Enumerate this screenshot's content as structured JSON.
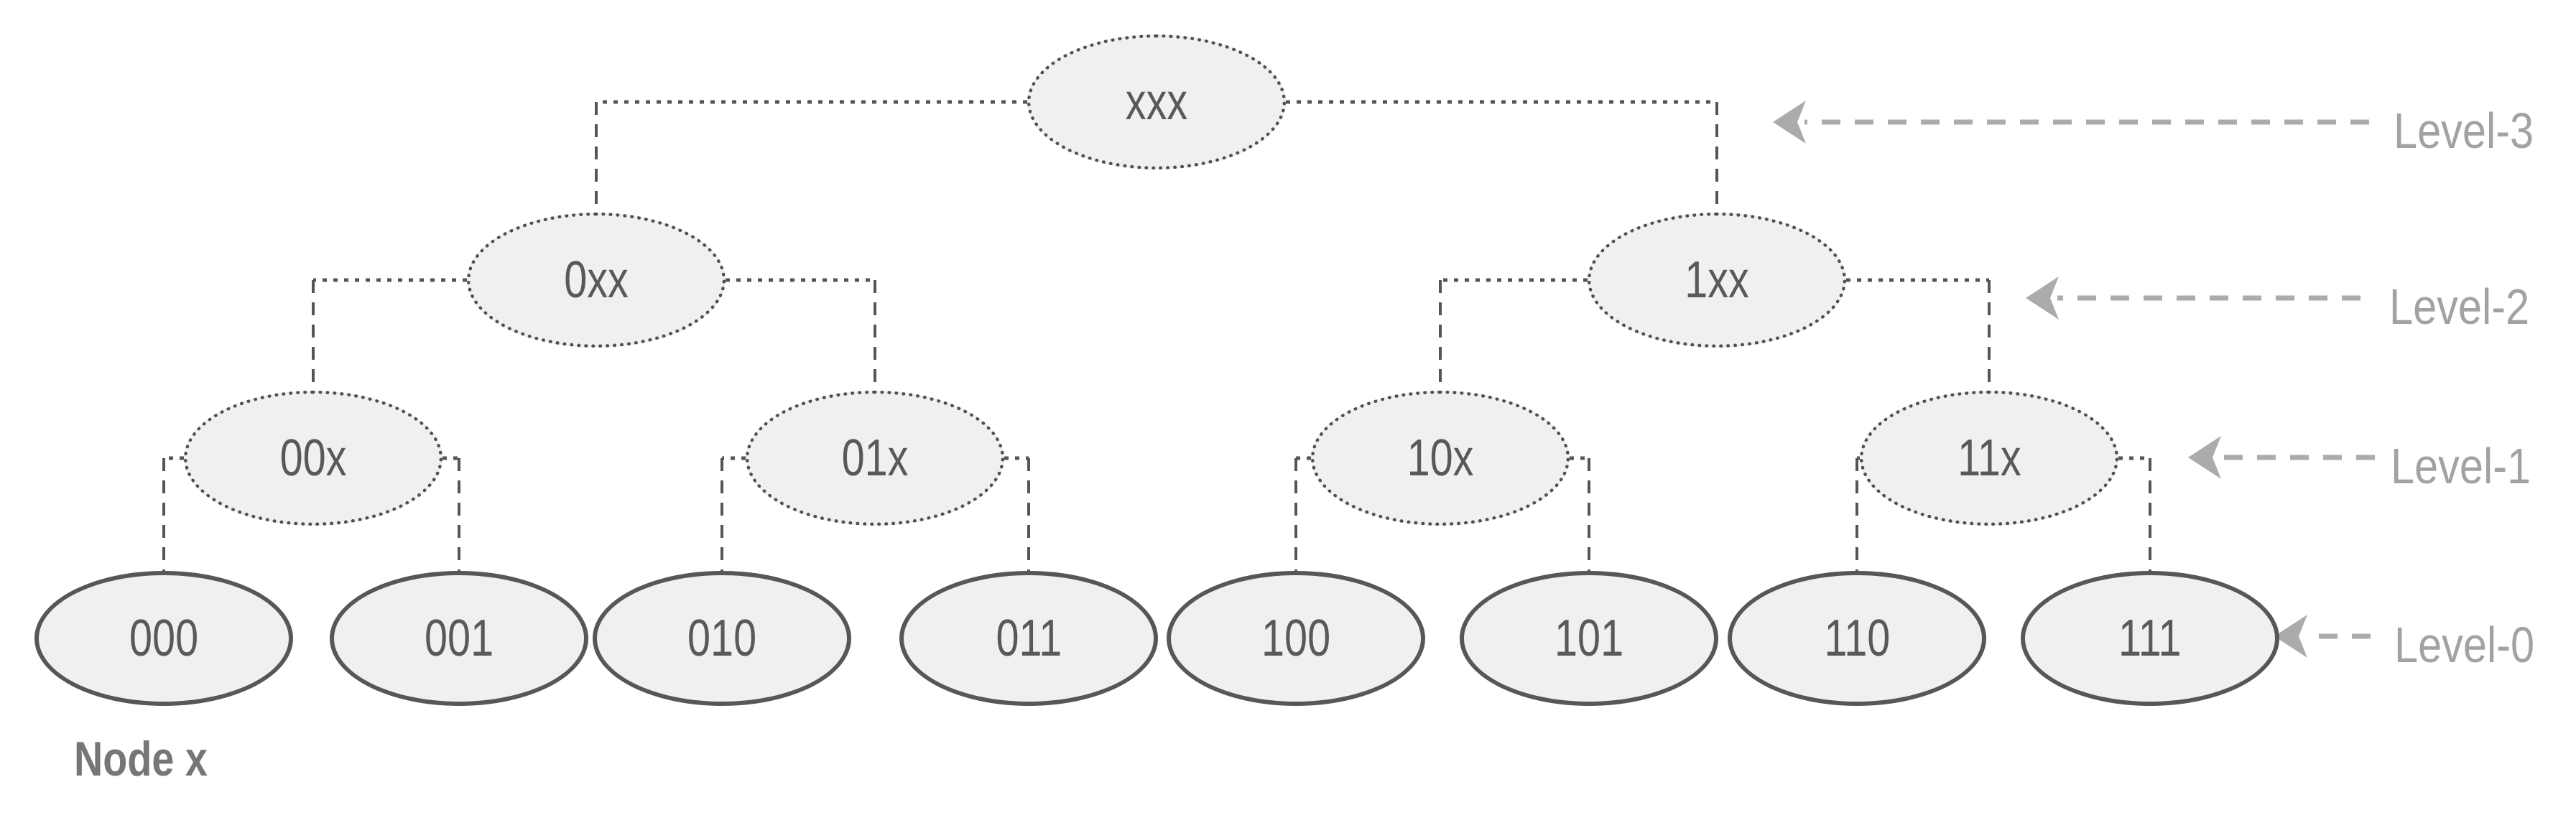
{
  "diagram": {
    "caption": "Node x",
    "levels": [
      {
        "label": "Level-3",
        "nodes": [
          {
            "label": "xxx"
          }
        ]
      },
      {
        "label": "Level-2",
        "nodes": [
          {
            "label": "0xx"
          },
          {
            "label": "1xx"
          }
        ]
      },
      {
        "label": "Level-1",
        "nodes": [
          {
            "label": "00x"
          },
          {
            "label": "01x"
          },
          {
            "label": "10x"
          },
          {
            "label": "11x"
          }
        ]
      },
      {
        "label": "Level-0",
        "nodes": [
          {
            "label": "000"
          },
          {
            "label": "001"
          },
          {
            "label": "010"
          },
          {
            "label": "011"
          },
          {
            "label": "100"
          },
          {
            "label": "101"
          },
          {
            "label": "110"
          },
          {
            "label": "111"
          }
        ]
      }
    ],
    "colors": {
      "node_fill": "#f0f0f0",
      "node_border": "#575757",
      "node_text": "#595959",
      "connector": "#555555",
      "arrow": "#ababab",
      "level_label_text": "#a2a2a2",
      "caption_text": "#767676"
    }
  }
}
